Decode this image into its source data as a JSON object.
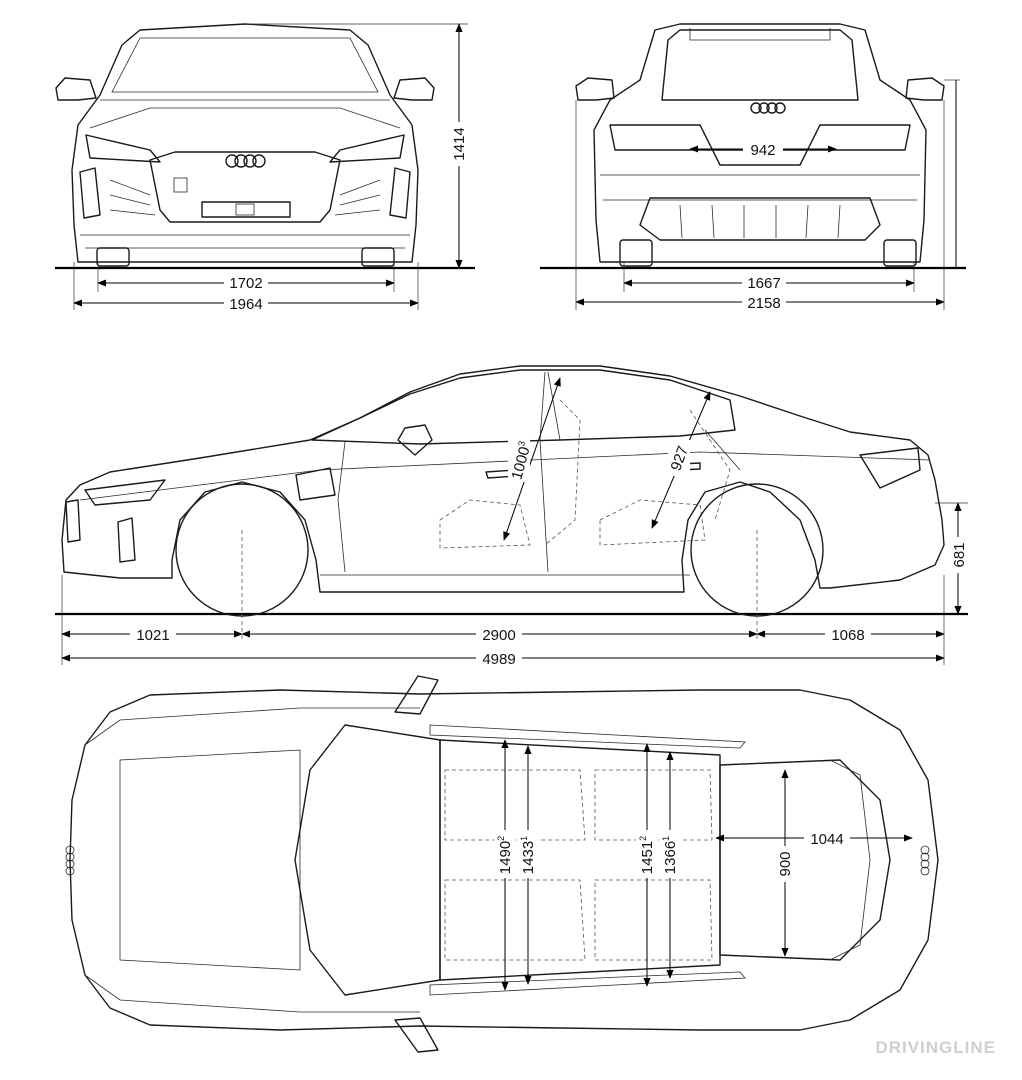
{
  "views": {
    "front": {
      "track_width": "1702",
      "overall_width": "1964",
      "overall_height": "1414"
    },
    "rear": {
      "rear_window_width": "942",
      "track_width": "1667",
      "width_with_mirrors": "2158"
    },
    "side": {
      "front_overhang": "1021",
      "wheelbase": "2900",
      "rear_overhang": "1068",
      "overall_length": "4989",
      "rear_bumper_height": "681",
      "front_headroom": "1000",
      "front_headroom_note": "3",
      "rear_headroom": "927"
    },
    "top": {
      "front_shoulder_width": "1490",
      "front_shoulder_note": "2",
      "front_elbow_width": "1433",
      "front_elbow_note": "1",
      "rear_shoulder_width": "1451",
      "rear_shoulder_note": "2",
      "rear_elbow_width": "1366",
      "rear_elbow_note": "1",
      "trunk_depth": "1044",
      "trunk_width": "900"
    }
  },
  "watermark": "DRIVINGLINE"
}
